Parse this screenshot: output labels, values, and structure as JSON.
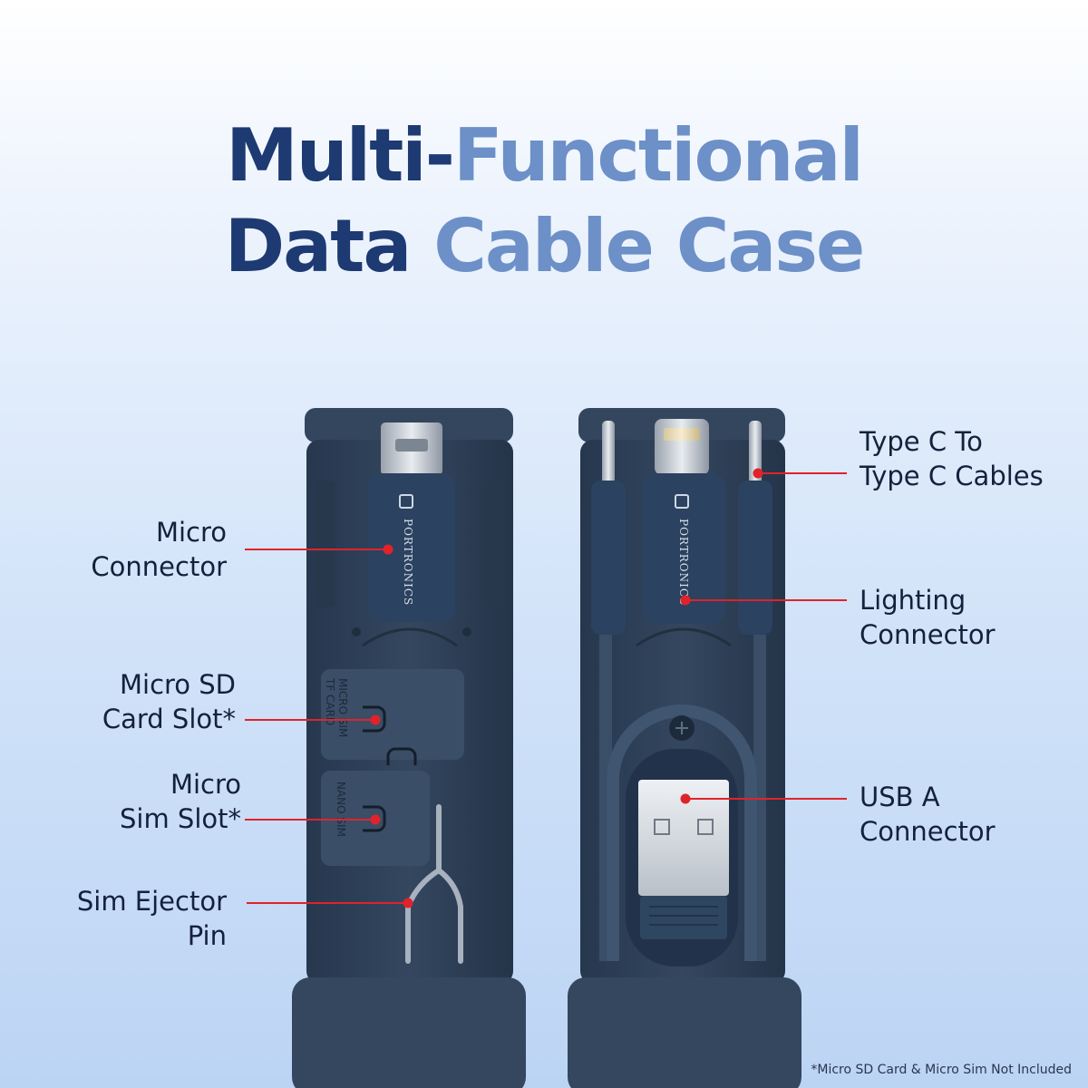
{
  "title": {
    "line1_a": "Multi-",
    "line1_b": "Functional",
    "line2_a": "Data ",
    "line2_b": "Cable Case"
  },
  "brand": "PORTRONICS",
  "slot_marks": {
    "micro_sim": "MICRO SIM",
    "tf_card": "TF CARD",
    "nano_sim": "NANO SIM"
  },
  "callouts": {
    "micro_connector": [
      "Micro",
      "Connector"
    ],
    "micro_sd_slot": [
      "Micro SD",
      "Card Slot*"
    ],
    "micro_sim_slot": [
      "Micro",
      "Sim Slot*"
    ],
    "sim_ejector_pin": [
      "Sim Ejector",
      "Pin"
    ],
    "type_c_cables": [
      "Type C To",
      "Type C Cables"
    ],
    "lighting_connector": [
      "Lighting",
      "Connector"
    ],
    "usb_a_connector": [
      "USB A",
      "Connector"
    ]
  },
  "footnote": "*Micro SD Card & Micro Sim Not Included",
  "colors": {
    "title_dark": "#1d3a72",
    "title_light": "#6c90c7",
    "case": "#2d3f57",
    "pointer": "#e0232a"
  }
}
